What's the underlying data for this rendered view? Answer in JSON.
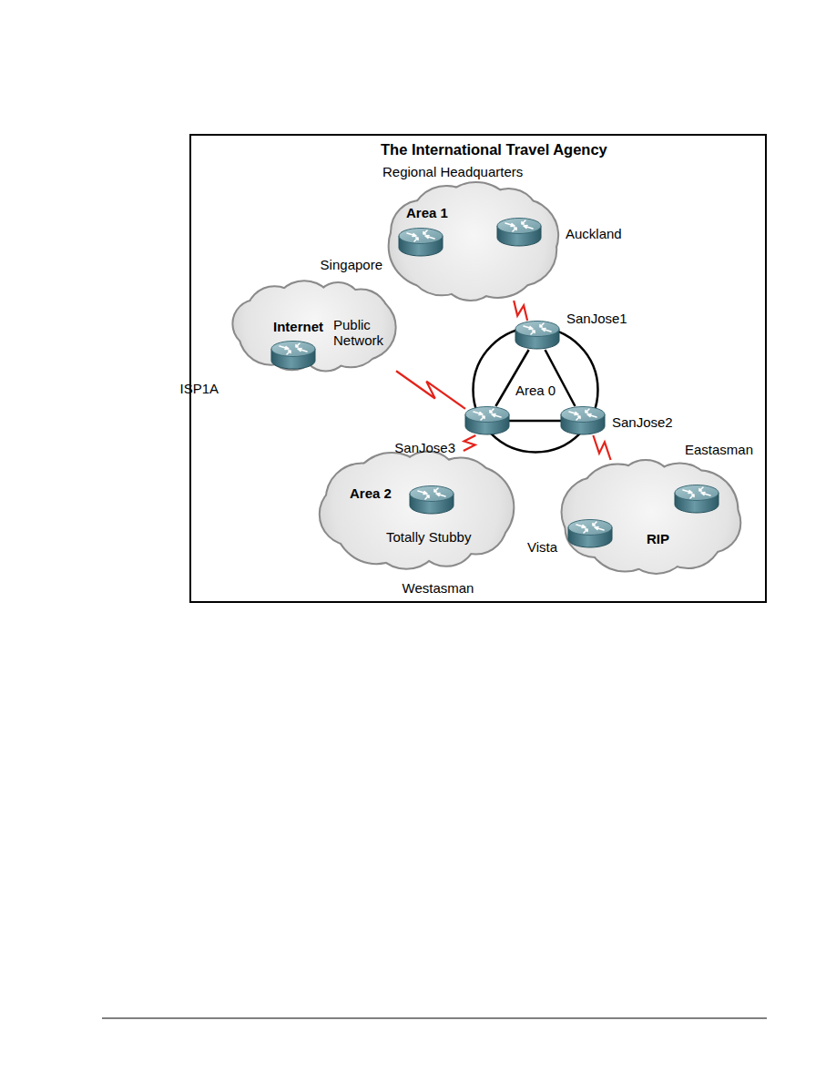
{
  "diagram": {
    "title": "The International Travel Agency",
    "nodes": [
      {
        "text": [
          "Regional Headquarters",
          "Area 1"
        ]
      },
      {
        "text": [
          "Singapore"
        ],
        "in": 0
      },
      {
        "text": [
          "Auckland"
        ],
        "in": 0
      },
      {
        "text": [
          "Internet",
          "Public Network"
        ]
      },
      {
        "text": [
          "ISP1A"
        ],
        "in": 3
      },
      {
        "text": [
          "SanJose1"
        ]
      },
      {
        "text": [
          "Area 0"
        ]
      },
      {
        "text": [
          "SanJose3"
        ]
      },
      {
        "text": [
          "SanJose2"
        ]
      },
      {
        "text": [
          "Area 2",
          "Totally Stubby"
        ]
      },
      {
        "text": [
          "Westasman"
        ],
        "in": 9
      },
      {
        "text": [
          "RIP"
        ]
      },
      {
        "text": [
          "Eastasman"
        ],
        "in": 11
      },
      {
        "text": [
          "Vista"
        ],
        "in": 11
      }
    ],
    "edges": [
      {
        "from": 0,
        "to": 5,
        "arrow": "none"
      },
      {
        "from": 3,
        "to": 7,
        "arrow": "none"
      },
      {
        "from": 5,
        "to": 7,
        "arrow": "none"
      },
      {
        "from": 5,
        "to": 8,
        "arrow": "none"
      },
      {
        "from": 7,
        "to": 8,
        "arrow": "none"
      },
      {
        "from": 7,
        "to": 9,
        "arrow": "none"
      },
      {
        "from": 8,
        "to": 11,
        "arrow": "none"
      }
    ]
  }
}
